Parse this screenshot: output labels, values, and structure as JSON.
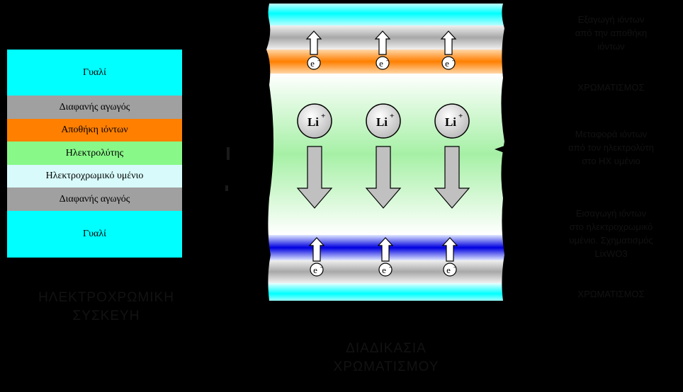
{
  "stack": {
    "layers": [
      {
        "label": "Γυαλί",
        "color": "#00FFFF"
      },
      {
        "label": "Διαφανής αγωγός",
        "color": "#A0A0A0"
      },
      {
        "label": "Αποθήκη ιόντων",
        "color": "#FF7F00"
      },
      {
        "label": "Ηλεκτρολύτης",
        "color": "#88F888"
      },
      {
        "label": "Ηλεκτροχρωμικό υμένιο",
        "color": "#D8FAFA"
      },
      {
        "label": "Διαφανής αγωγός",
        "color": "#A0A0A0"
      },
      {
        "label": "Γυαλί",
        "color": "#00FFFF"
      }
    ],
    "caption_lines": [
      "ΗΛΕΚΤΡΟΧΡΩΜΙΚΗ",
      "ΣΥΣΚΕΥΗ"
    ]
  },
  "process": {
    "caption_lines": [
      "ΔΙΑΔΙΚΑΣΙΑ",
      "ΧΡΩΜΑΤΙΣΜΟΥ"
    ],
    "ion_label": "Li",
    "ion_charge": "+",
    "electron_label": "e",
    "electron_charge": "-"
  },
  "side_notes": [
    {
      "lines": [
        "Εξαγωγή ιόντων",
        "από την αποθήκη",
        "ιόντων"
      ]
    },
    {
      "lines": [
        "ΧΡΩΜΑΤΙΣΜΟΣ"
      ]
    },
    {
      "lines": [
        "Μεταφορά ιόντων",
        "από τον ηλεκτρολύτη",
        "στο ΗΧ υμένιο"
      ]
    },
    {
      "lines": [
        "Εισαγωγή ιόντων",
        "στο ηλεκτροχρωμικό",
        "υμένιο. Σχηματισμός",
        "LixWO3"
      ]
    },
    {
      "lines": [
        "ΧΡΩΜΑΤΙΣΜΟΣ"
      ]
    }
  ],
  "colors": {
    "glass": "#00FFFF",
    "conductor": "#A0A0A0",
    "ion_storage": "#FF7F00",
    "electrolyte": "#88F888",
    "electrochromic": "#0000E0",
    "arrow_gray": "#C0C0C0"
  }
}
